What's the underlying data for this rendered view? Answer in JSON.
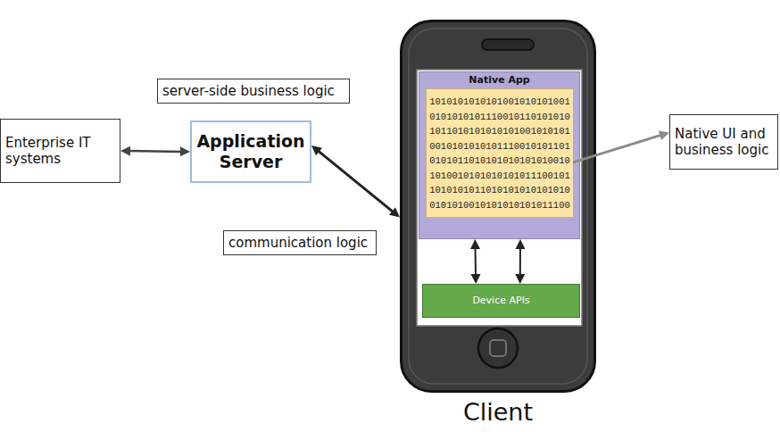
{
  "diagram": {
    "nodes": [
      {
        "text": [
          "server-side business logic"
        ]
      },
      {
        "text": [
          "Enterprise IT systems"
        ]
      },
      {
        "text": [
          "Application Server"
        ]
      },
      {
        "text": [
          "Native UI and business logic"
        ]
      },
      {
        "text": [
          "communication logic"
        ]
      },
      {
        "text": [
          "Client"
        ]
      },
      {
        "text": [
          "Native App"
        ],
        "in": 5
      },
      {
        "text": [
          "1010101010101001010101001 0101010101110010110101010 1011010101010101001010101 0010101010101110010101101 0101011010101010101010010 1010010101010101011100101 1010101011010101010101010 0101010010101010101011100"
        ],
        "in": 6
      },
      {
        "text": [
          "Device APIs"
        ],
        "in": 5
      }
    ],
    "edges": [
      {
        "from": 1,
        "to": 2,
        "arrow": "both"
      },
      {
        "from": 2,
        "to": 5,
        "arrow": "both"
      },
      {
        "from": 7,
        "to": 3,
        "arrow": "to"
      },
      {
        "from": 6,
        "to": 8,
        "arrow": "both"
      },
      {
        "from": 6,
        "to": 8,
        "arrow": "both"
      }
    ]
  }
}
